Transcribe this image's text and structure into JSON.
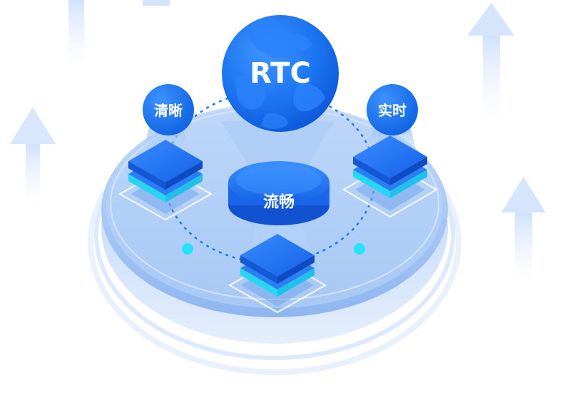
{
  "diagram": {
    "center_label": "RTC",
    "features": {
      "left": "清晰",
      "right": "实时",
      "center": "流畅"
    }
  },
  "colors": {
    "primary_blue": "#1a73f0",
    "dark_blue": "#0c55d6",
    "platform_light": "#d6e6fb",
    "cyan_accent": "#27e3f5",
    "arrow_tint": "#dceafb"
  }
}
